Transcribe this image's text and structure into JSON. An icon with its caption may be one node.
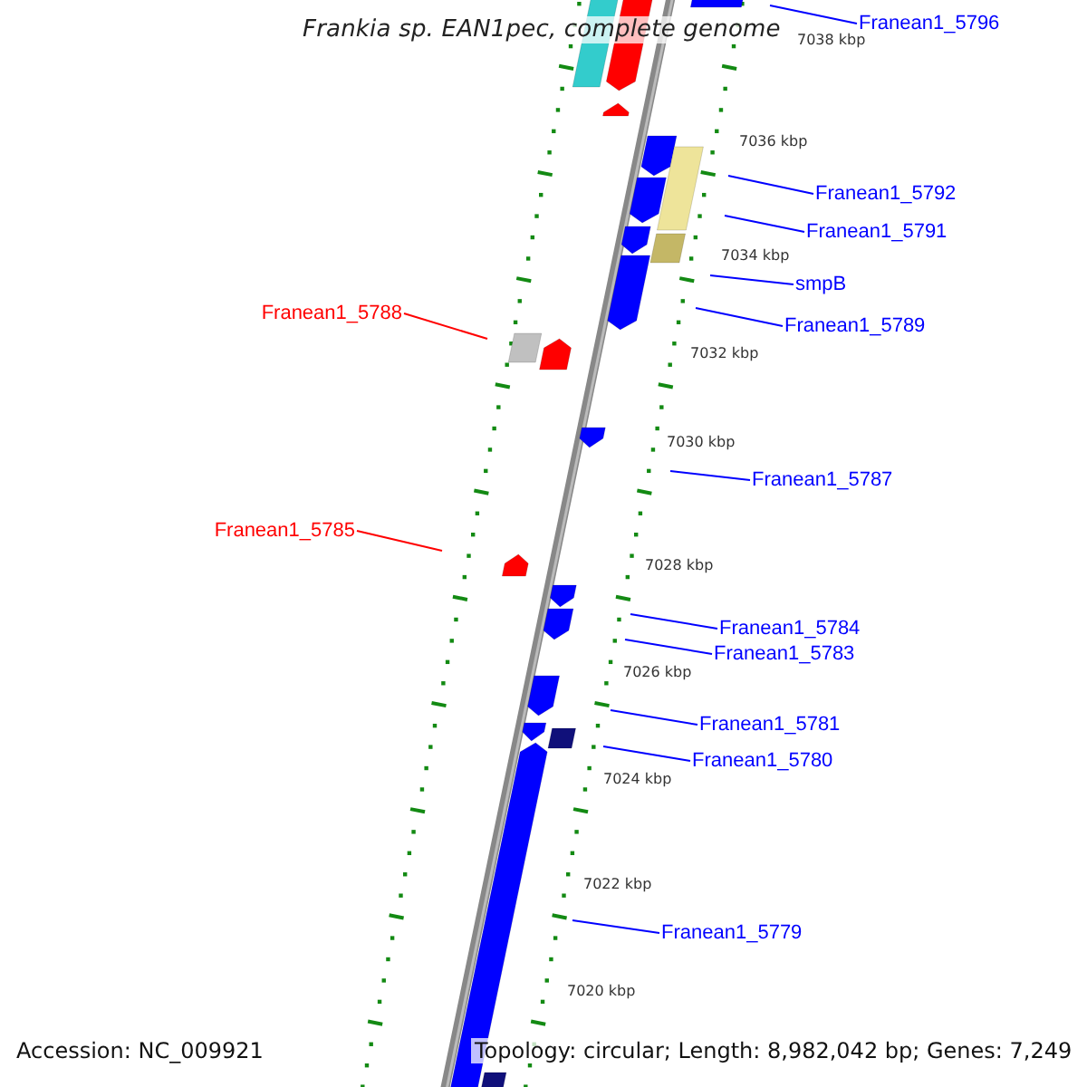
{
  "diagram": {
    "title": "Frankia sp. EAN1pec, complete genome",
    "nodes": [
      {
        "text": [
          "Franean1_5796"
        ]
      },
      {
        "text": [
          "Franean1_5792"
        ]
      },
      {
        "text": [
          "Franean1_5791"
        ]
      },
      {
        "text": [
          "smpB"
        ]
      },
      {
        "text": [
          "Franean1_5788"
        ]
      },
      {
        "text": [
          "Franean1_5789"
        ]
      },
      {
        "text": [
          "Franean1_5787"
        ]
      },
      {
        "text": [
          "Franean1_5785"
        ]
      },
      {
        "text": [
          "Franean1_5784"
        ]
      },
      {
        "text": [
          "Franean1_5783"
        ]
      },
      {
        "text": [
          "Franean1_5781"
        ]
      },
      {
        "text": [
          "Franean1_5780"
        ]
      },
      {
        "text": [
          "Franean1_5779"
        ]
      }
    ],
    "edges": [
      {
        "from": 0,
        "to": null,
        "arrow": "none"
      },
      {
        "from": 1,
        "to": null,
        "arrow": "none"
      },
      {
        "from": 2,
        "to": null,
        "arrow": "none"
      },
      {
        "from": 3,
        "to": null,
        "arrow": "none"
      },
      {
        "from": 4,
        "to": null,
        "arrow": "none",
        "color": "#ff0000"
      },
      {
        "from": 5,
        "to": null,
        "arrow": "none"
      },
      {
        "from": 6,
        "to": null,
        "arrow": "none"
      },
      {
        "from": 7,
        "to": null,
        "arrow": "none",
        "color": "#ff0000"
      },
      {
        "from": 8,
        "to": null,
        "arrow": "none"
      },
      {
        "from": 9,
        "to": null,
        "arrow": "none"
      },
      {
        "from": 10,
        "to": null,
        "arrow": "none"
      },
      {
        "from": 11,
        "to": null,
        "arrow": "none"
      },
      {
        "from": 12,
        "to": null,
        "arrow": "none"
      }
    ],
    "labels": [
      "7038 kbp",
      "7036 kbp",
      "7034 kbp",
      "7032 kbp",
      "7030 kbp",
      "7028 kbp",
      "7026 kbp",
      "7024 kbp",
      "7022 kbp",
      "7020 kbp",
      "Accession: NC_009921",
      "Topology: circular; Length: 8,982,042 bp; Genes: 7,249"
    ]
  }
}
